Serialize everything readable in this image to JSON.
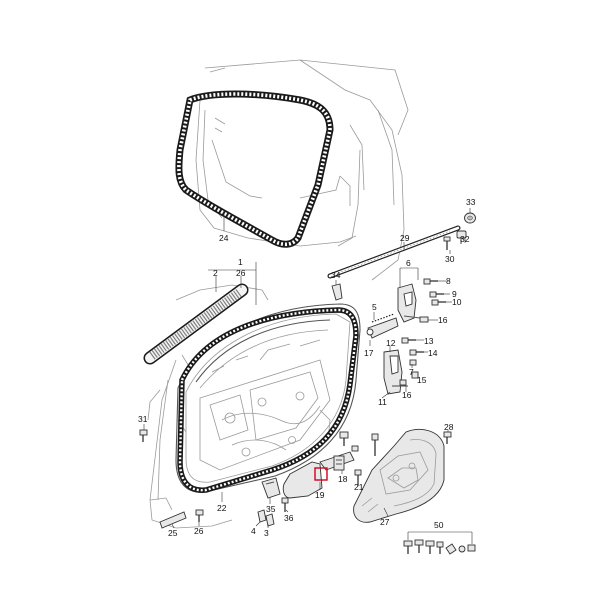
{
  "diagram": {
    "highlight_color": "#d0021b",
    "callouts": {
      "c1": "1",
      "c2": "2",
      "c3": "3",
      "c4": "4",
      "c5": "5",
      "c6": "6",
      "c7": "7",
      "c8": "8",
      "c9": "9",
      "c10": "10",
      "c11": "11",
      "c12": "12",
      "c13": "13",
      "c14": "14",
      "c15": "15",
      "c16a": "16",
      "c16b": "16",
      "c17": "17",
      "c18": "18",
      "c19": "19",
      "c21": "21",
      "c22": "22",
      "c24": "24",
      "c25": "25",
      "c26a": "26",
      "c26b": "26",
      "c27": "27",
      "c28": "28",
      "c29": "29",
      "c30": "30",
      "c31": "31",
      "c32": "32",
      "c33": "33",
      "c34": "34",
      "c35": "35",
      "c36": "36",
      "c50": "50"
    }
  }
}
